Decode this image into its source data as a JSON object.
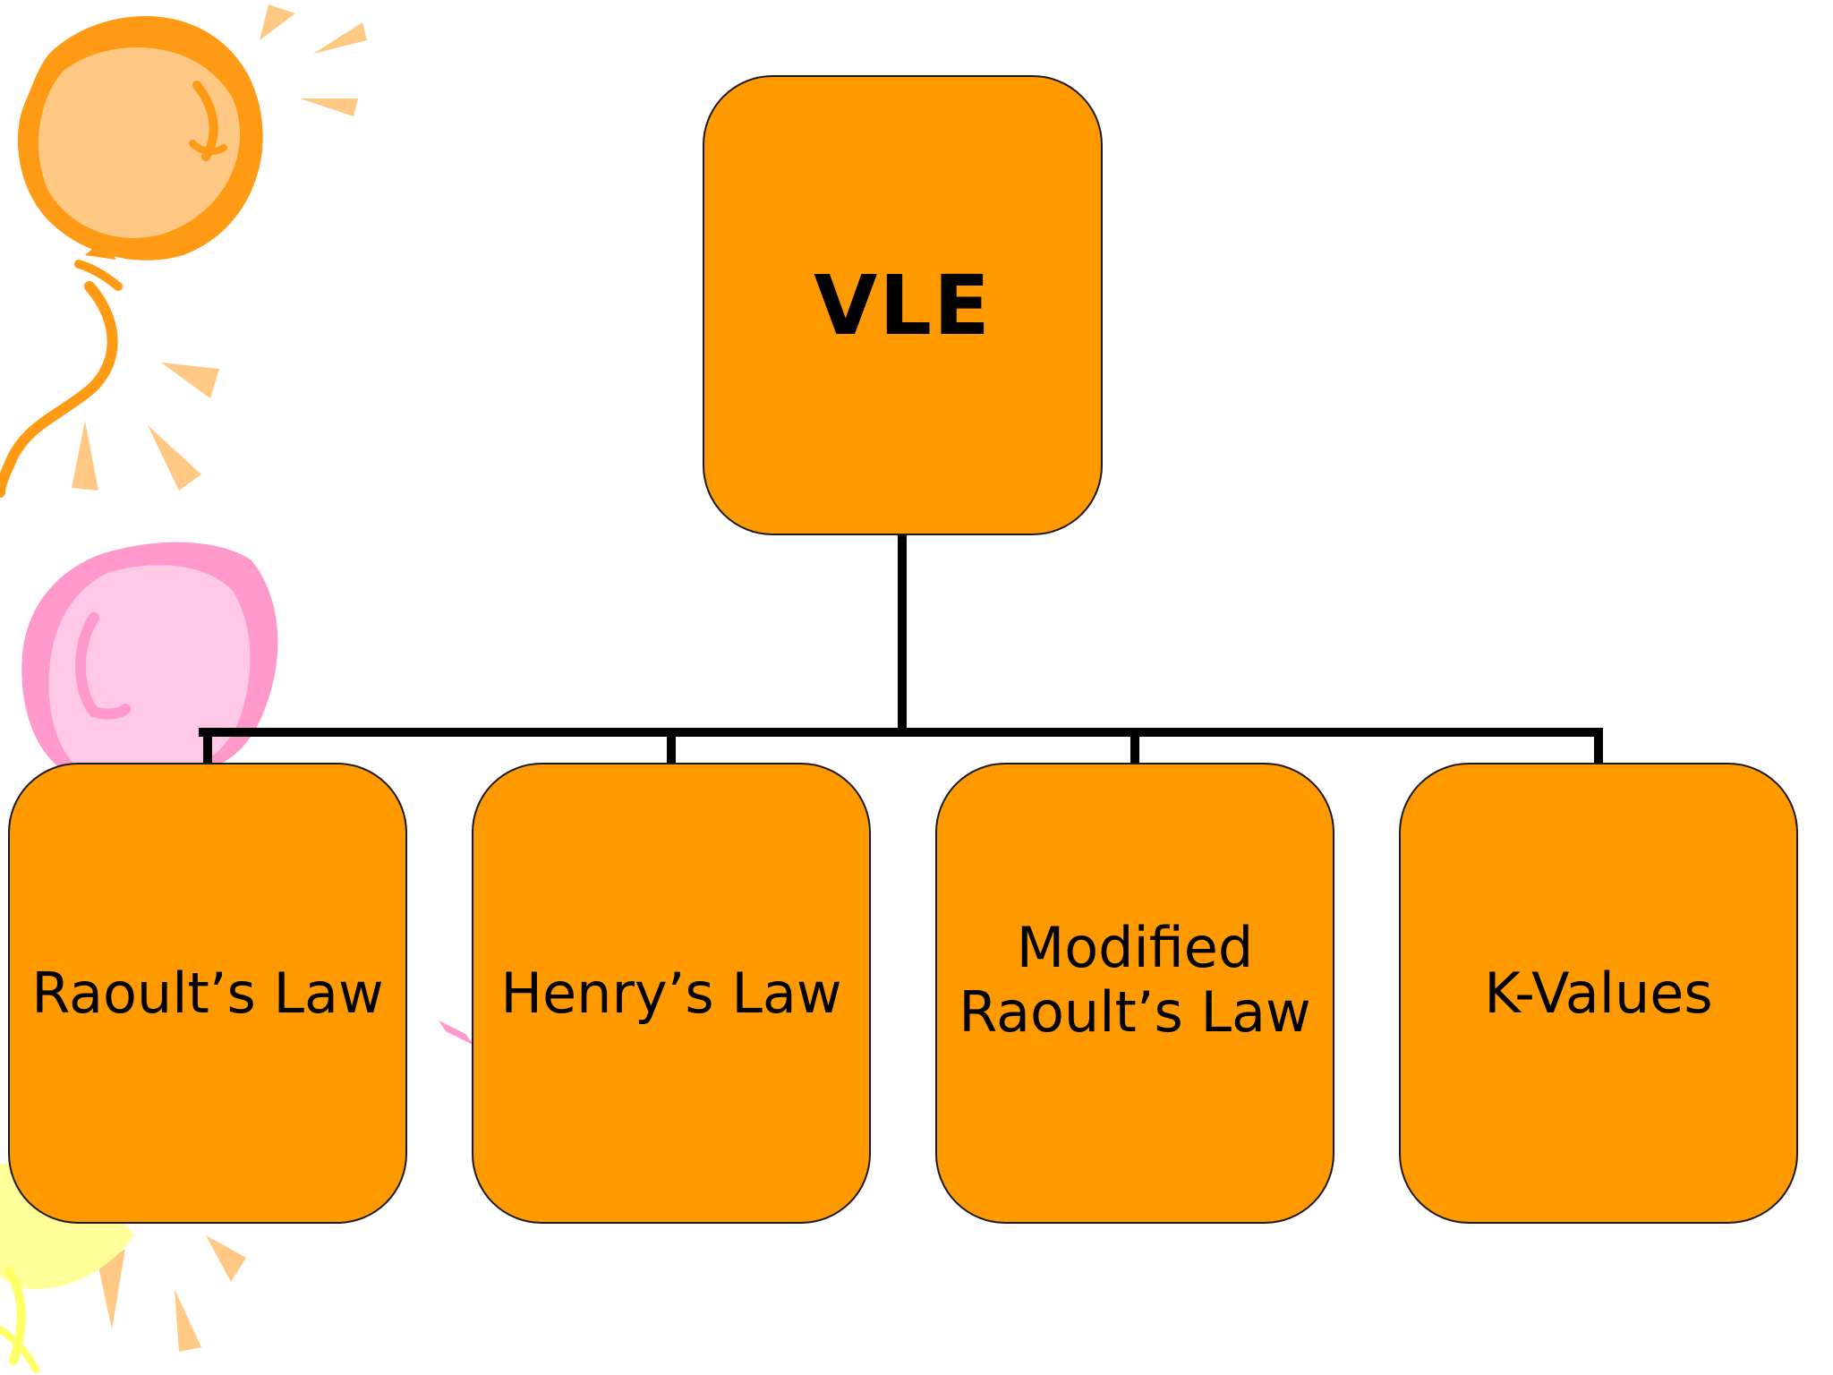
{
  "diagram": {
    "root": {
      "label": "VLE"
    },
    "children": [
      {
        "label": "Raoult’s Law"
      },
      {
        "label": "Henry’s Law"
      },
      {
        "label": "Modified Raoult’s Law"
      },
      {
        "label": "K-Values"
      }
    ]
  },
  "colors": {
    "node_fill": "#ff9900",
    "node_border": "#1a1a1a",
    "connector": "#000000",
    "balloon_orange": "#ff9a14",
    "balloon_orange_light": "#ffc985",
    "balloon_pink": "#ff99cc",
    "balloon_pink_light": "#ffc8e4",
    "balloon_yellow": "#ffff66"
  }
}
